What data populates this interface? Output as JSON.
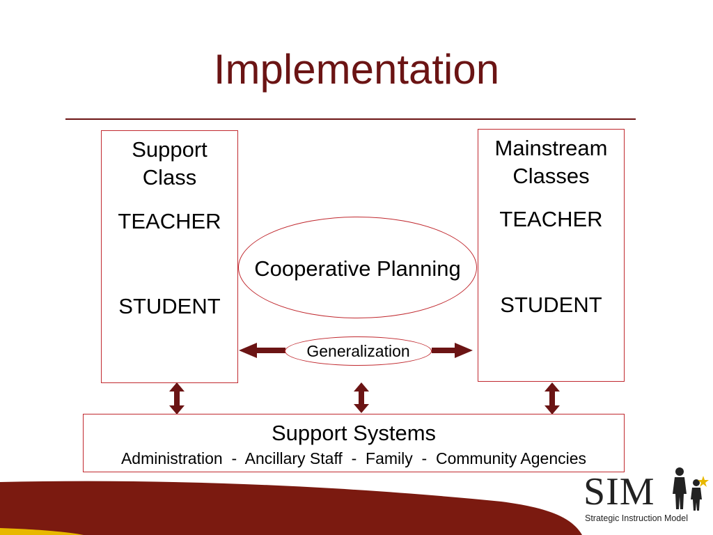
{
  "title": "Implementation",
  "left_box": {
    "heading_line1": "Support",
    "heading_line2": "Class",
    "teacher": "TEACHER",
    "student": "STUDENT"
  },
  "right_box": {
    "heading_line1": "Mainstream",
    "heading_line2": "Classes",
    "teacher": "TEACHER",
    "student": "STUDENT"
  },
  "center": {
    "cooperative_planning": "Cooperative Planning",
    "generalization": "Generalization"
  },
  "support_systems": {
    "title": "Support Systems",
    "items_text": "Administration  -  Ancillary Staff  -  Family  -  Community Agencies"
  },
  "logo": {
    "name": "SIM",
    "tagline": "Strategic Instruction Model"
  },
  "colors": {
    "title": "#6b1414",
    "box_border": "#c0282e",
    "arrow": "#6b1414",
    "footer_band": "#7b1a10",
    "footer_accent": "#e8b800"
  }
}
